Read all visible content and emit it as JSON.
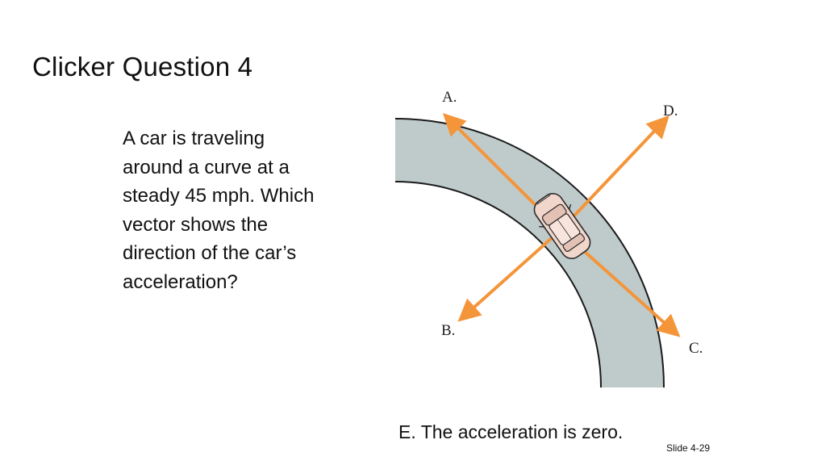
{
  "slide": {
    "title": "Clicker Question 4",
    "question_lines": [
      "A car is traveling",
      "around a curve at a",
      "steady 45 mph. Which",
      "vector shows the",
      "direction of the car’s",
      "acceleration?"
    ],
    "figure": {
      "labels": {
        "a": "A.",
        "b": "B.",
        "c": "C.",
        "d": "D."
      },
      "colors": {
        "road": "#bfcbcb",
        "road_edge": "#1a1a1a",
        "arrow": "#f4953a",
        "car_body": "#f1d6cc"
      }
    },
    "answer_e": "E. The acceleration is zero.",
    "slide_number": "Slide 4-29"
  }
}
